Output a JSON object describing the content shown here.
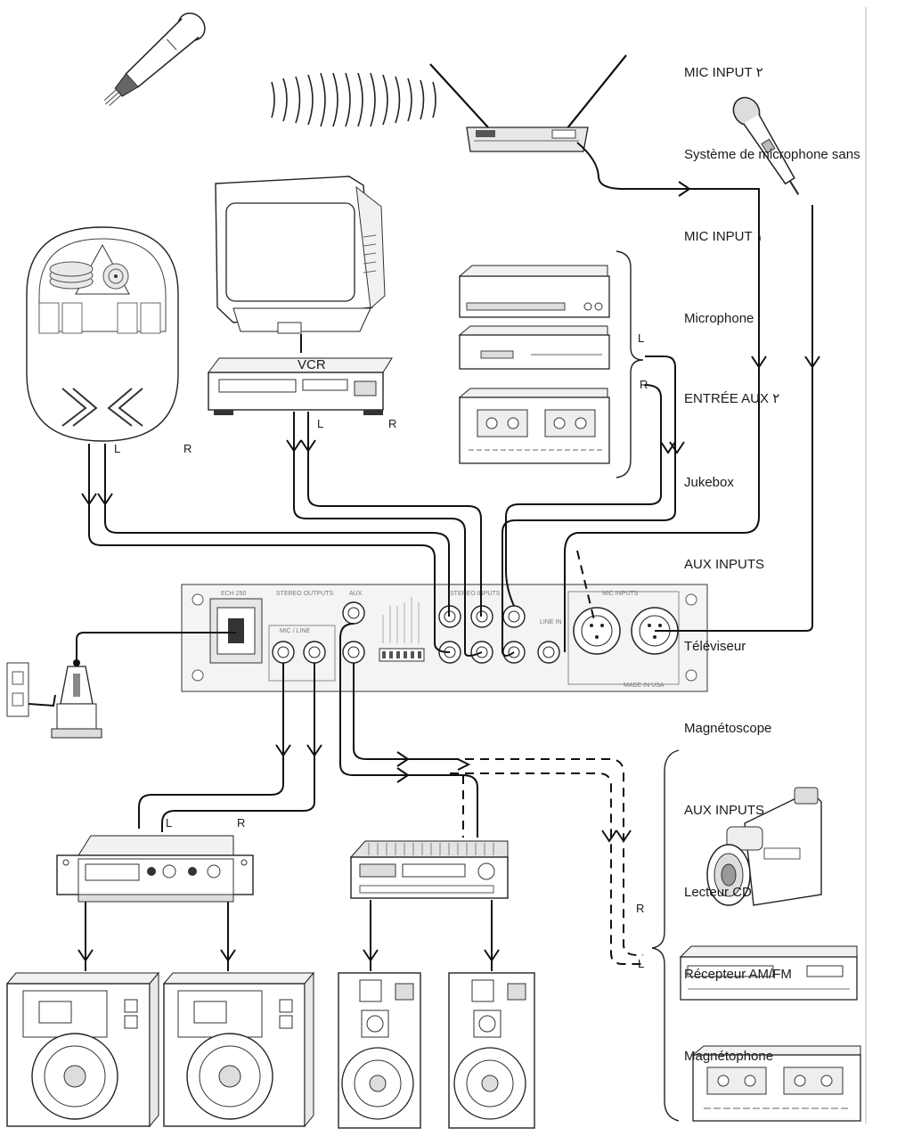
{
  "labels": {
    "mic_input_2": "MIC INPUT ٢",
    "wireless_mic": "Système de microphone sans",
    "mic_input_1": "MIC INPUT ١",
    "microphone": "Microphone",
    "aux_input_2": "ENTRÉE AUX ٢",
    "jukebox": "Jukebox",
    "aux_inputs_top": "AUX INPUTS",
    "tv": "Téléviseur",
    "vcr_fr": "Magnétoscope",
    "aux_inputs_bottom": "AUX INPUTS",
    "cd_player": "Lecteur CD",
    "receiver": "Récepteur AM/FM",
    "tape_deck": "Magnétophone",
    "vcr": "VCR",
    "left": "L",
    "right": "R"
  },
  "panel_text": {
    "power": "ECH 250",
    "stereo_outputs": "STEREO OUTPUTS",
    "mic_line": "MIC / LINE",
    "aux": "AUX",
    "stereo_inputs": "STEREO INPUTS",
    "mic_inputs": "MIC INPUTS",
    "line_in": "LINE IN",
    "made_in": "MADE IN USA"
  },
  "colors": {
    "line": "#111111",
    "background": "#ffffff",
    "panel": "#f4f4f4"
  }
}
